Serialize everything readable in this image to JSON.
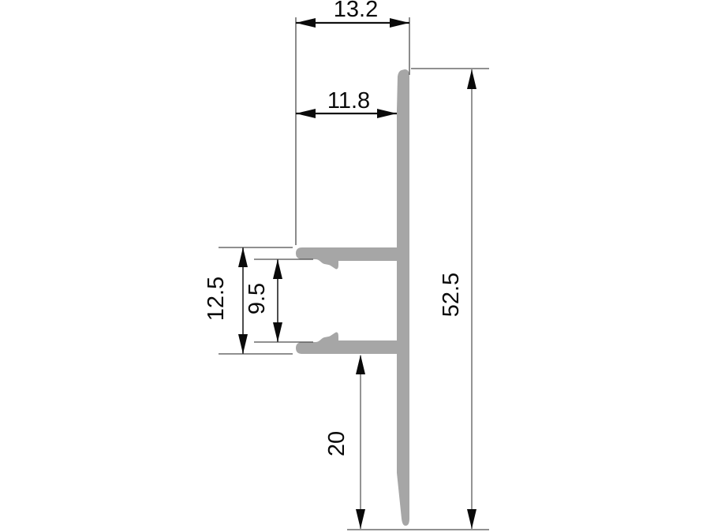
{
  "drawing": {
    "kind": "technical-profile-cross-section",
    "units": "mm",
    "colors": {
      "profile_fill": "#a6a6a6",
      "dimension_line": "#111111",
      "extension_line": "#4d4d4d",
      "text": "#0a0a0a",
      "background": "#ffffff"
    },
    "dimensions": {
      "top_width": "13.2",
      "flange_length": "11.8",
      "overall_height": "52.5",
      "channel_outer_height": "12.5",
      "channel_inner_height": "9.5",
      "bottom_extent": "20"
    }
  }
}
